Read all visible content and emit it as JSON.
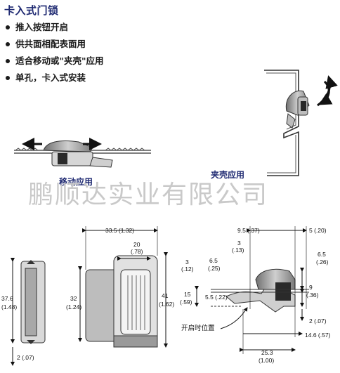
{
  "title": "卡入式门锁",
  "features": [
    "推入按钮开启",
    "供共面相配表面用",
    "适合移动或\"夹壳\"应用",
    "单孔，卡入式安装"
  ],
  "captions": {
    "mobile": "移动应用",
    "clamshell": "夹壳应用"
  },
  "watermark": "鹏顺达实业有限公司",
  "dims_front": {
    "width_overall": "33.5 (1.32)",
    "button_width_a": "20",
    "button_width_b": "(.78)",
    "height_left_a": "37.6",
    "height_left_b": "(1.48)",
    "height_mid_a": "32",
    "height_mid_b": "(1.24)",
    "height_right_a": "41",
    "height_right_b": "(1.62)",
    "bottom": "2 (.07)"
  },
  "dims_side": {
    "top_a": "9.5 (.37)",
    "top_b": "5 (.20)",
    "d3a": "3",
    "d3b": "(.13)",
    "d65a": "6.5",
    "d65b": "(.25)",
    "d65r_a": "6.5",
    "d65r_b": "(.26)",
    "d3l_a": "3",
    "d3l_b": "(.12)",
    "d15a": "15",
    "d15b": "(.59)",
    "d55": "5.5 (.22)",
    "d9a": "9",
    "d9b": "(.36)",
    "d2": "2 (.07)",
    "d146": "14.6 (.57)",
    "d253a": "25.3",
    "d253b": "(1.00)",
    "open_label": "开启时位置"
  }
}
